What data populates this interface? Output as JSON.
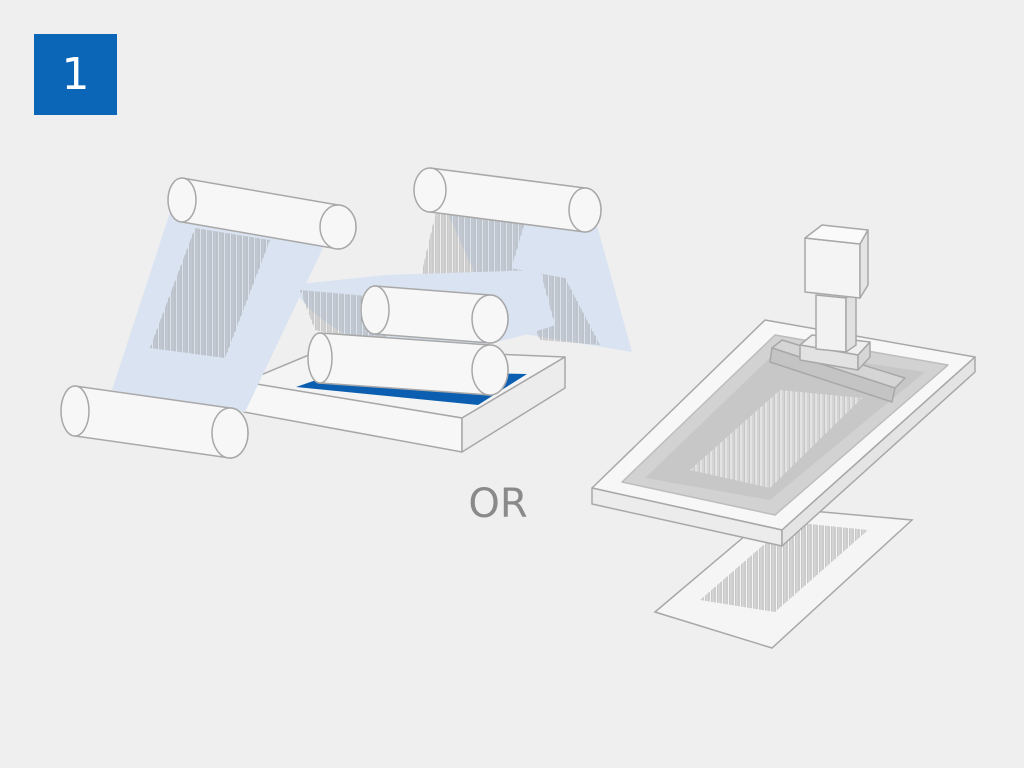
{
  "step": {
    "number": "1"
  },
  "separator": {
    "text": "OR"
  },
  "colors": {
    "background": "#efefef",
    "accent": "#0b66b8",
    "ink": "#0c5fb0",
    "film": "#d9e3f1",
    "outline": "#a8a8a8",
    "screen_mesh": "#cfcfcf"
  },
  "icons": [
    "roll-to-roll-coater",
    "screen-printer"
  ]
}
